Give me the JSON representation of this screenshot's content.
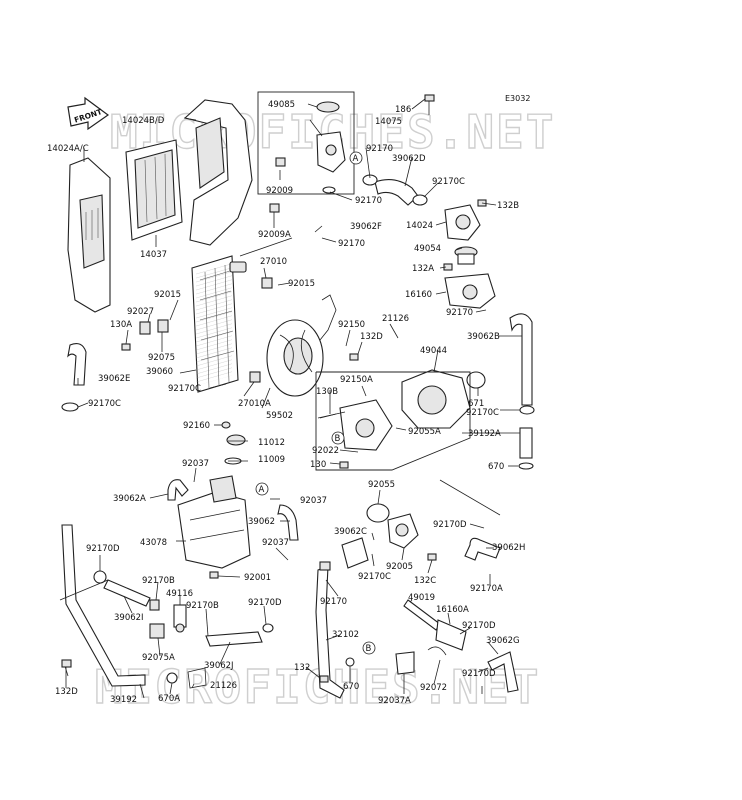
{
  "diagram": {
    "code": "E3032",
    "watermark": "MICROFICHES.NET",
    "front_label": "FRONT",
    "parts": [
      {
        "id": "p186",
        "text": "186"
      },
      {
        "id": "p49085",
        "text": "49085"
      },
      {
        "id": "p14075",
        "text": "14075"
      },
      {
        "id": "p14024BD",
        "text": "14024B/D"
      },
      {
        "id": "p14024AC",
        "text": "14024A/C"
      },
      {
        "id": "p92170_a",
        "text": "92170"
      },
      {
        "id": "p39062D",
        "text": "39062D"
      },
      {
        "id": "p92170C_a",
        "text": "92170C"
      },
      {
        "id": "p132B",
        "text": "132B"
      },
      {
        "id": "p92009",
        "text": "92009"
      },
      {
        "id": "p92170_b",
        "text": "92170"
      },
      {
        "id": "p14024",
        "text": "14024"
      },
      {
        "id": "p39062F",
        "text": "39062F"
      },
      {
        "id": "p92009A",
        "text": "92009A"
      },
      {
        "id": "p92170_c",
        "text": "92170"
      },
      {
        "id": "p14037",
        "text": "14037"
      },
      {
        "id": "p49054",
        "text": "49054"
      },
      {
        "id": "p132A",
        "text": "132A"
      },
      {
        "id": "p27010",
        "text": "27010"
      },
      {
        "id": "p92015_a",
        "text": "92015"
      },
      {
        "id": "p16160",
        "text": "16160"
      },
      {
        "id": "p92015_b",
        "text": "92015"
      },
      {
        "id": "p92027",
        "text": "92027"
      },
      {
        "id": "p92170_d",
        "text": "92170"
      },
      {
        "id": "p130A",
        "text": "130A"
      },
      {
        "id": "p92150",
        "text": "92150"
      },
      {
        "id": "p21126_a",
        "text": "21126"
      },
      {
        "id": "p39062B",
        "text": "39062B"
      },
      {
        "id": "p132D_a",
        "text": "132D"
      },
      {
        "id": "p92075",
        "text": "92075"
      },
      {
        "id": "p49044",
        "text": "49044"
      },
      {
        "id": "p39060",
        "text": "39060"
      },
      {
        "id": "p39062E",
        "text": "39062E"
      },
      {
        "id": "p92150A",
        "text": "92150A"
      },
      {
        "id": "p92170C_b",
        "text": "92170C"
      },
      {
        "id": "p130B",
        "text": "130B"
      },
      {
        "id": "p27010A",
        "text": "27010A"
      },
      {
        "id": "p92170C_c",
        "text": "92170C"
      },
      {
        "id": "p671",
        "text": "671"
      },
      {
        "id": "p59502",
        "text": "59502"
      },
      {
        "id": "p92170C_d",
        "text": "92170C"
      },
      {
        "id": "p92160",
        "text": "92160"
      },
      {
        "id": "p92055A",
        "text": "92055A"
      },
      {
        "id": "p39192A",
        "text": "39192A"
      },
      {
        "id": "p11012",
        "text": "11012"
      },
      {
        "id": "p92022",
        "text": "92022"
      },
      {
        "id": "p11009",
        "text": "11009"
      },
      {
        "id": "p130",
        "text": "130"
      },
      {
        "id": "p670_a",
        "text": "670"
      },
      {
        "id": "p92037_a",
        "text": "92037"
      },
      {
        "id": "p92055",
        "text": "92055"
      },
      {
        "id": "p39062A",
        "text": "39062A"
      },
      {
        "id": "p92037_b",
        "text": "92037"
      },
      {
        "id": "p39062",
        "text": "39062"
      },
      {
        "id": "p92170D_a",
        "text": "92170D"
      },
      {
        "id": "p39062C",
        "text": "39062C"
      },
      {
        "id": "p43078",
        "text": "43078"
      },
      {
        "id": "p92037_c",
        "text": "92037"
      },
      {
        "id": "p39062H",
        "text": "39062H"
      },
      {
        "id": "p92170D_b",
        "text": "92170D"
      },
      {
        "id": "p92005",
        "text": "92005"
      },
      {
        "id": "p92170C_e",
        "text": "92170C"
      },
      {
        "id": "p132C",
        "text": "132C"
      },
      {
        "id": "p92001",
        "text": "92001"
      },
      {
        "id": "p92170A",
        "text": "92170A"
      },
      {
        "id": "p92170B_a",
        "text": "92170B"
      },
      {
        "id": "p49116",
        "text": "49116"
      },
      {
        "id": "p92170",
        "text": "92170"
      },
      {
        "id": "p49019",
        "text": "49019"
      },
      {
        "id": "p39062I",
        "text": "39062I"
      },
      {
        "id": "p92170B_b",
        "text": "92170B"
      },
      {
        "id": "p92170D_c",
        "text": "92170D"
      },
      {
        "id": "p16160A",
        "text": "16160A"
      },
      {
        "id": "p92170D_d",
        "text": "92170D"
      },
      {
        "id": "p32102",
        "text": "32102"
      },
      {
        "id": "p39062G",
        "text": "39062G"
      },
      {
        "id": "p92075A",
        "text": "92075A"
      },
      {
        "id": "p39062J",
        "text": "39062J"
      },
      {
        "id": "p132_a",
        "text": "132"
      },
      {
        "id": "p132D_b",
        "text": "132D"
      },
      {
        "id": "p92072",
        "text": "92072"
      },
      {
        "id": "p92170D_e",
        "text": "92170D"
      },
      {
        "id": "p21126_b",
        "text": "21126"
      },
      {
        "id": "p670_b",
        "text": "670"
      },
      {
        "id": "p39192",
        "text": "39192"
      },
      {
        "id": "p670A",
        "text": "670A"
      },
      {
        "id": "p92037A",
        "text": "92037A"
      }
    ],
    "callouts": [
      {
        "id": "cA1",
        "text": "A"
      },
      {
        "id": "cA2",
        "text": "A"
      },
      {
        "id": "cB1",
        "text": "B"
      },
      {
        "id": "cB2",
        "text": "B"
      }
    ]
  }
}
